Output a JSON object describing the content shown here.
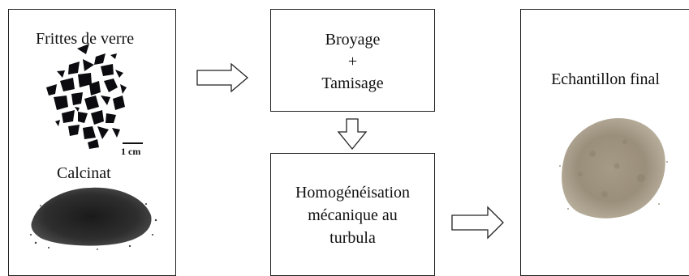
{
  "inputs": {
    "frit_label": "Frittes de verre",
    "scale_label": "1 cm",
    "calcinate_label": "Calcinat"
  },
  "steps": {
    "grinding": {
      "line1": "Broyage",
      "line2": "+",
      "line3": "Tamisage"
    },
    "homogenization": {
      "line1": "Homogénéisation",
      "line2": "mécanique au",
      "line3": "turbula"
    }
  },
  "output": {
    "label": "Echantillon final"
  },
  "colors": {
    "frit": "#0c0c10",
    "calcinate": "#2c2c2c",
    "final_powder": "#9e9481"
  }
}
